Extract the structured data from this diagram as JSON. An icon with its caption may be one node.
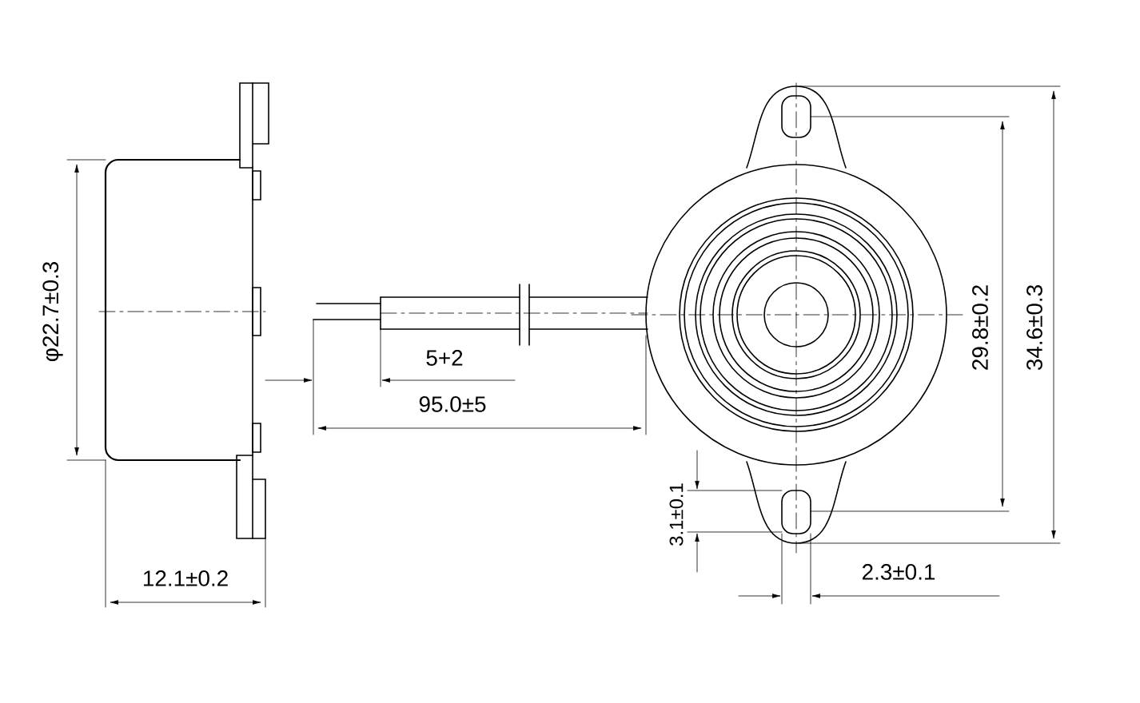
{
  "diagram": {
    "labels": [
      "φ22.7±0.3",
      "12.1±0.2",
      "5+2",
      "95.0±5",
      "29.8±0.2",
      "34.6±0.3",
      "3.1±0.1",
      "2.3±0.1"
    ]
  }
}
